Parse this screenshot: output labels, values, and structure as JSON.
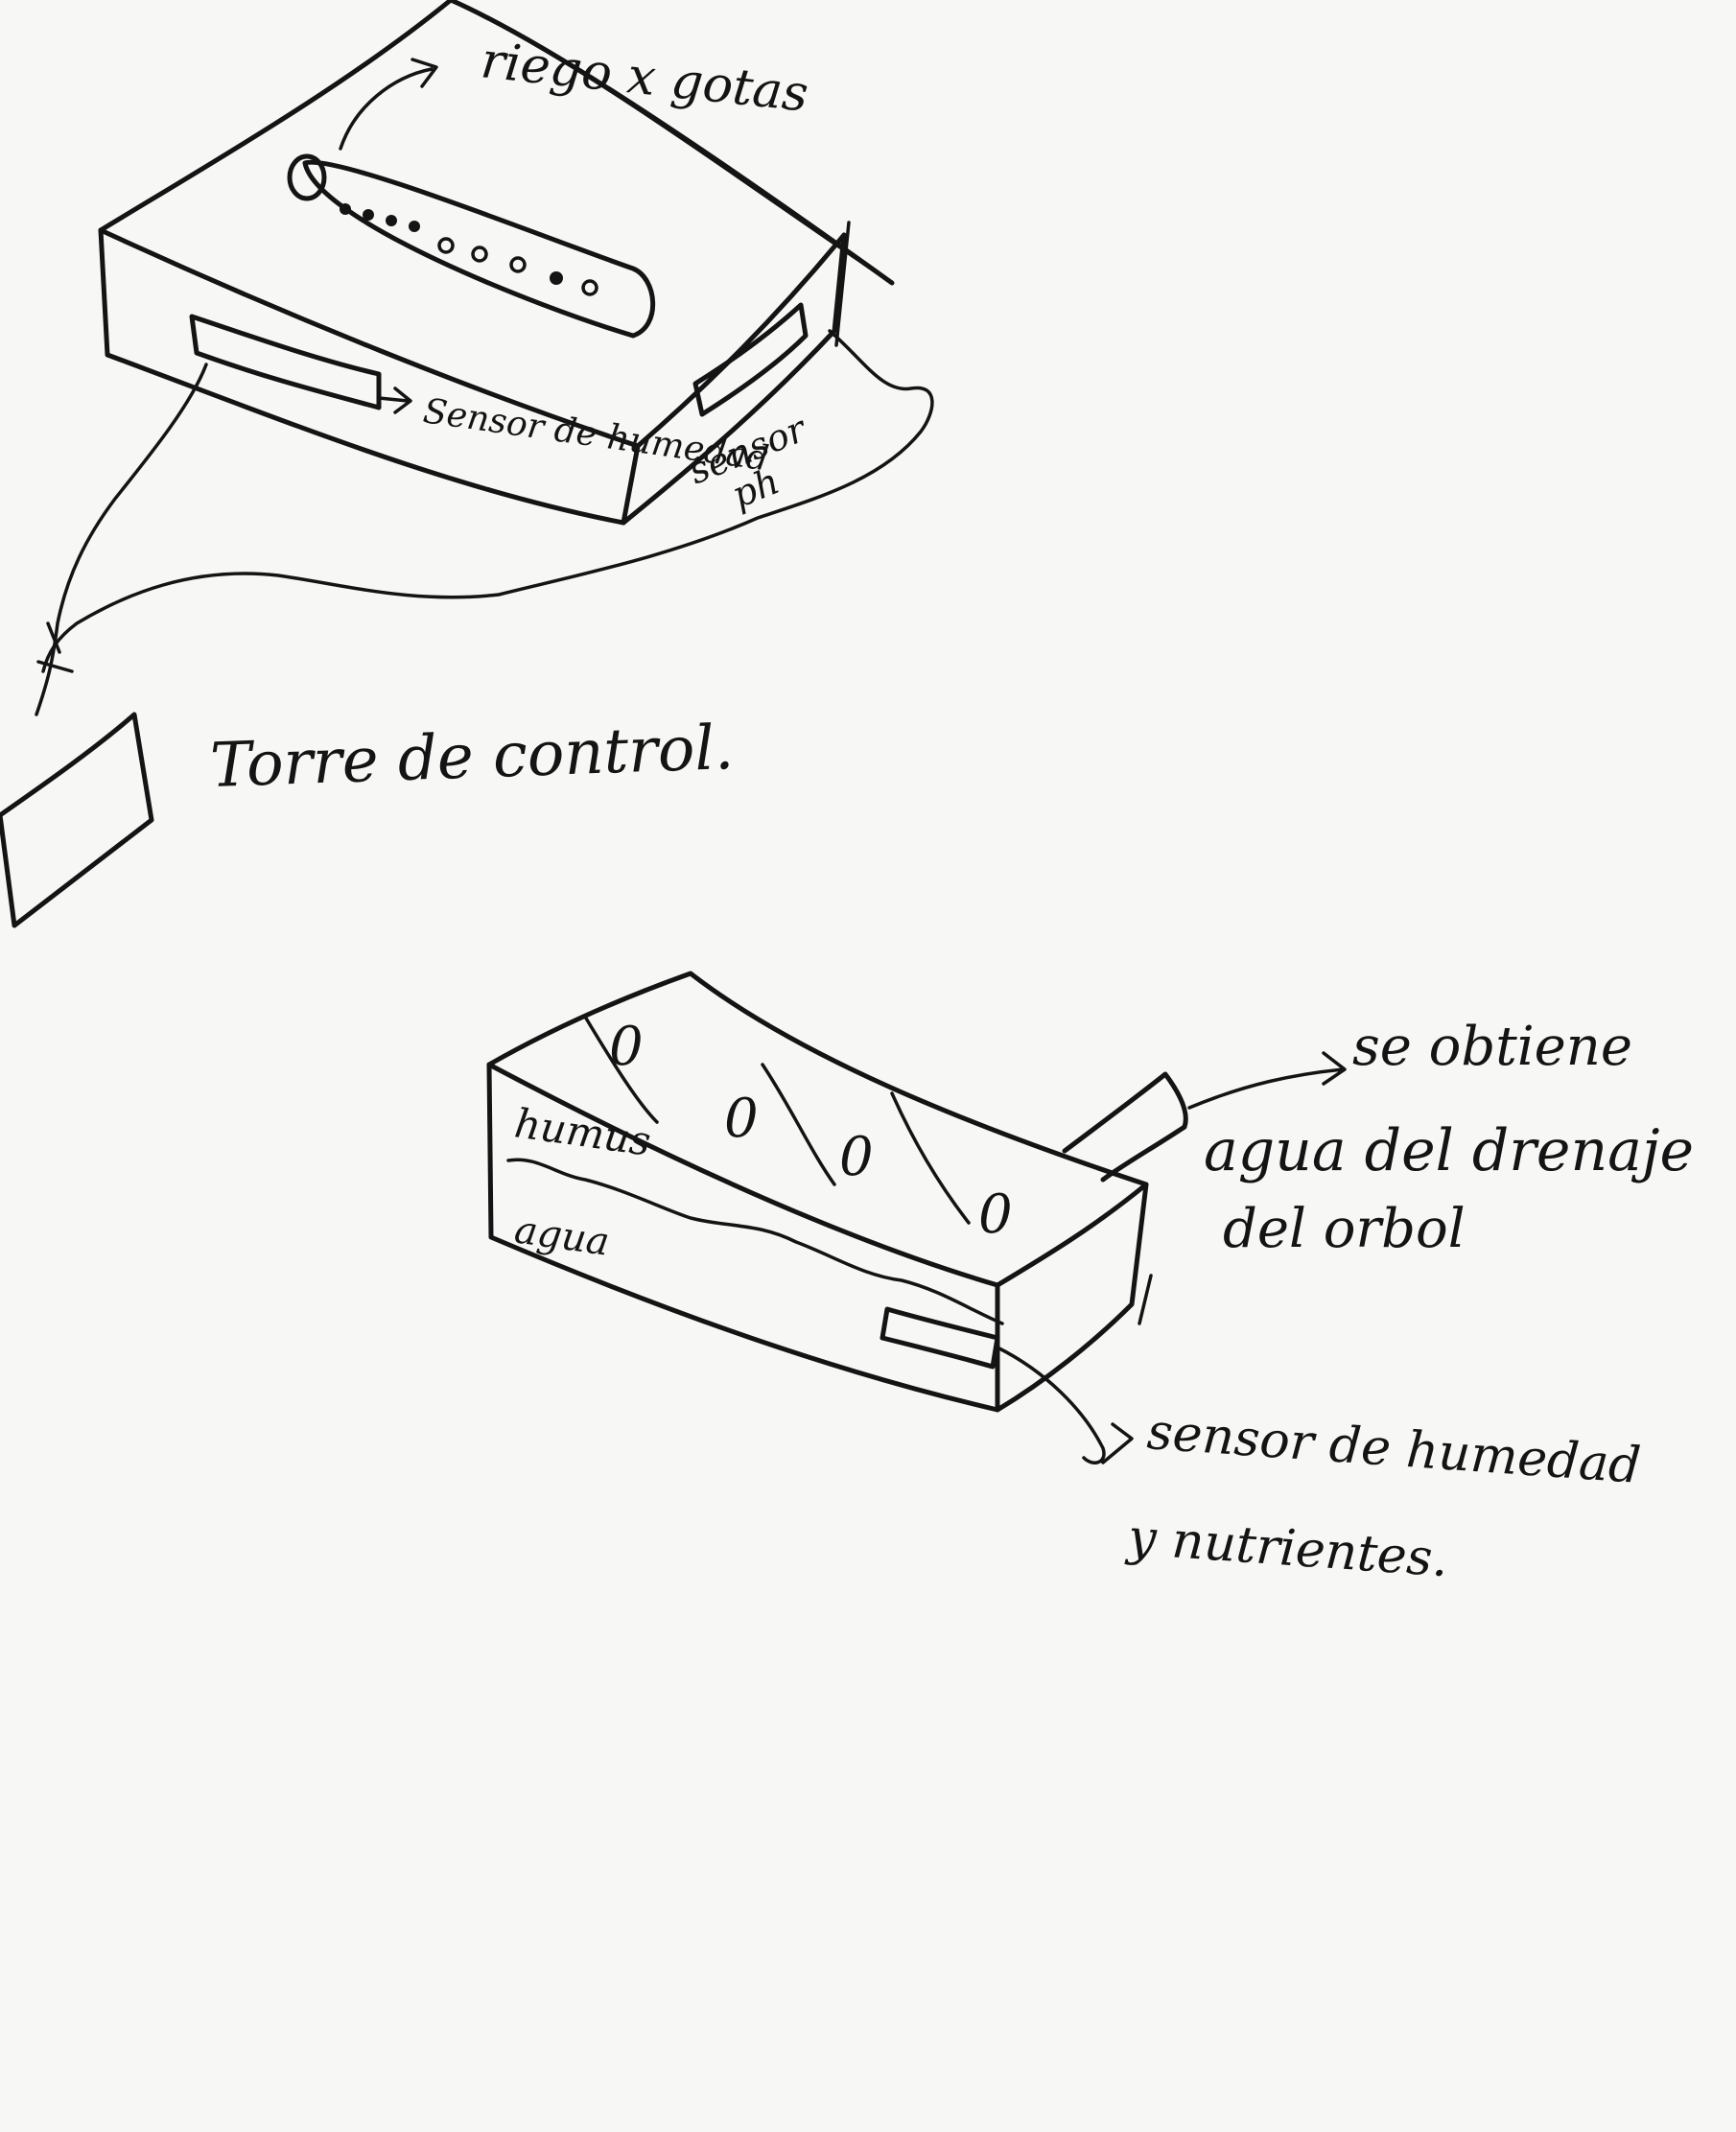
{
  "labels": {
    "riego": "riego x gotas",
    "sensor_humedad": "Sensor de humedad",
    "sensor_ph_line1": "sensor",
    "sensor_ph_line2": "ph",
    "torre": "Torre de control.",
    "humus": "humus",
    "agua": "agua",
    "drenaje_line1": "se obtiene",
    "drenaje_line2": "agua del drenaje",
    "drenaje_line3": "del orbol",
    "sensor_nutrientes_line1": "sensor de humedad",
    "sensor_nutrientes_line2": "y nutrientes.",
    "cup_marks": [
      "0",
      "0",
      "0",
      "0"
    ]
  },
  "colors": {
    "ink": "#141414",
    "paper": "#f7f7f5"
  }
}
